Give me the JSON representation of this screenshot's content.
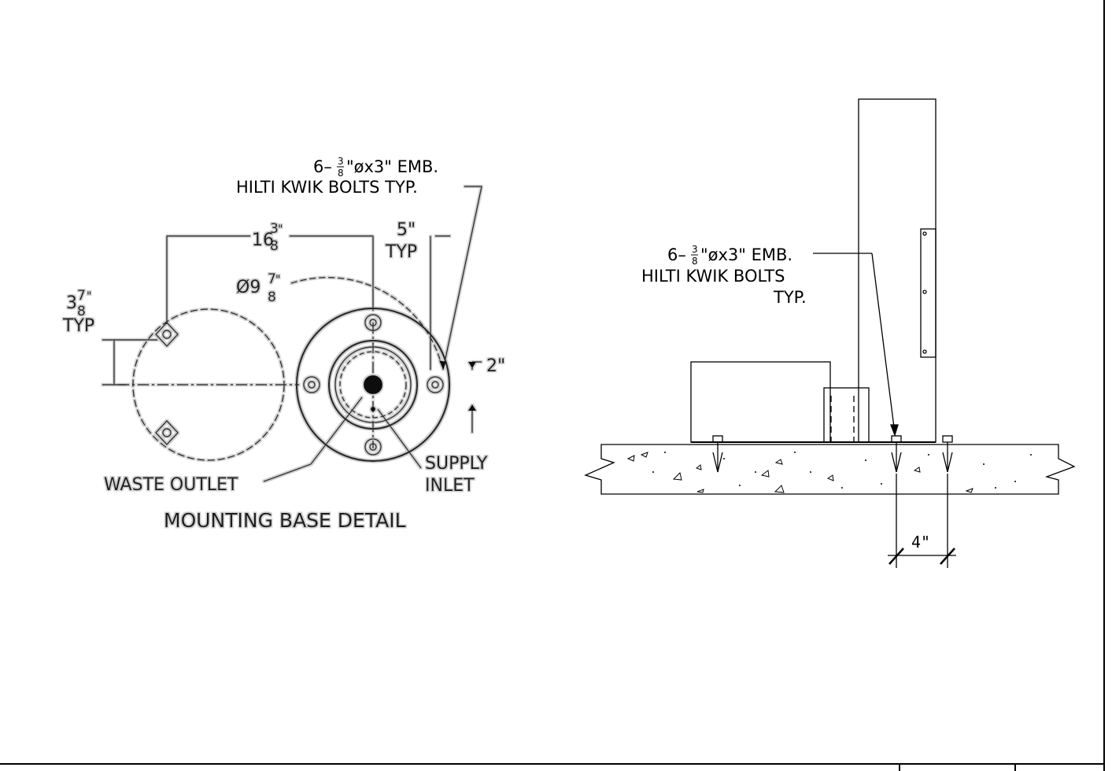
{
  "plan_detail": {
    "anchor_note_line1_prefix": "6–",
    "anchor_note_frac_num": "3",
    "anchor_note_frac_den": "8",
    "anchor_note_line1_suffix": "\"øx3\" EMB.",
    "anchor_note_line2": "HILTI KWIK BOLTS TYP.",
    "dim_width_whole": "16",
    "dim_width_num": "3",
    "dim_width_den": "8",
    "dim_width_inch": "\"",
    "dim_offset_value": "5\"",
    "dim_offset_typ": "TYP",
    "dim_diameter_prefix": "Ø9",
    "dim_diameter_num": "7",
    "dim_diameter_den": "8",
    "dim_diameter_inch": "\"",
    "dim_side_whole": "3",
    "dim_side_num": "7",
    "dim_side_den": "8",
    "dim_side_inch": "\"",
    "dim_side_typ": "TYP",
    "dim_small_value": "2\"",
    "label_waste_outlet": "WASTE OUTLET",
    "label_supply_line1": "SUPPLY",
    "label_supply_line2": "INLET",
    "title": "MOUNTING BASE DETAIL"
  },
  "elevation_detail": {
    "anchor_note_line1_prefix": "6–",
    "anchor_note_frac_num": "3",
    "anchor_note_frac_den": "8",
    "anchor_note_line1_suffix": "\"øx3\" EMB.",
    "anchor_note_line2": "HILTI KWIK BOLTS",
    "anchor_note_line3": "TYP.",
    "dim_spacing": "4\""
  },
  "colors": {
    "ink": "#000000",
    "plan_ink": "#2a2a2a",
    "halo": "#cfcfcf",
    "paper": "#ffffff"
  }
}
